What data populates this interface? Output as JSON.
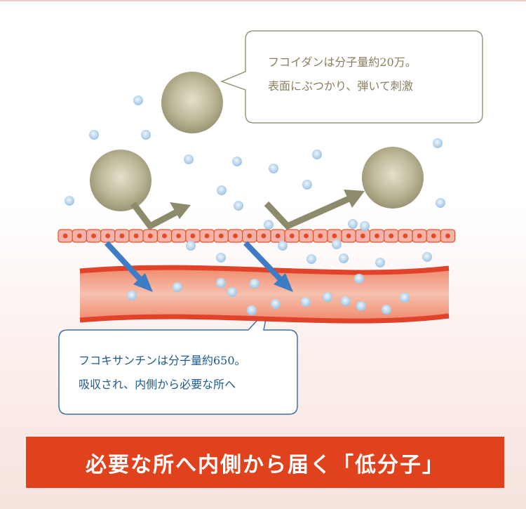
{
  "fucoidan_callout": {
    "line1": "フコイダンは分子量約20万。",
    "line2": "表面にぶつかり、弾いて刺激"
  },
  "fucoxanthin_callout": {
    "line1": "フコキサンチンは分子量約650。",
    "line2": "吸収され、内側から必要な所へ"
  },
  "banner": {
    "text": "必要な所へ内側から届く「低分子」"
  },
  "colors": {
    "large_molecule": "#b2ad8c",
    "small_molecule": "#a7cbe6",
    "cell_fill": "#f4b3a8",
    "cell_border": "#e0522e",
    "vessel_wall": "#e0422a",
    "vessel_inner": "#f2a186",
    "bounce_arrow": "#8e8a6c",
    "absorb_arrow": "#3f7cc6",
    "banner_bg": "#e0421e",
    "fucoidan_text": "#8a7e60",
    "fucoxanthin_text": "#1f5a8e"
  }
}
